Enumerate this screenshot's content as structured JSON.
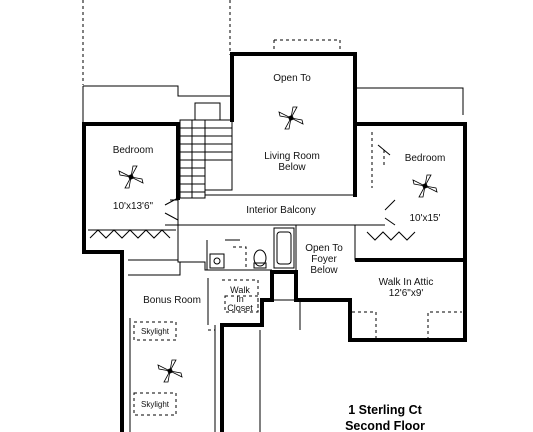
{
  "rooms": {
    "open_to_living": {
      "line1": "Open To",
      "line2": "Living Room",
      "line3": "Below"
    },
    "bedroom_left": {
      "name": "Bedroom",
      "size": "10'x13'6\""
    },
    "bedroom_right": {
      "name": "Bedroom",
      "size": "10'x15'"
    },
    "interior_balcony": {
      "name": "Interior Balcony"
    },
    "open_to_foyer": {
      "line1": "Open To",
      "line2": "Foyer",
      "line3": "Below"
    },
    "walk_in_attic": {
      "name": "Walk In Attic",
      "size": "12'6\"x9'"
    },
    "bonus_room": {
      "name": "Bonus Room"
    },
    "walk_in_closet": {
      "line1": "Walk",
      "line2": "In",
      "line3": "Closet"
    },
    "skylight_1": {
      "label": "Skylight"
    },
    "skylight_2": {
      "label": "Skylight"
    }
  },
  "caption": {
    "line1": "1 Sterling Ct",
    "line2": "Second Floor"
  },
  "icons": {
    "ceiling_fan": "ceiling-fan-icon",
    "stairs": "stairs-icon",
    "toilet": "toilet-icon",
    "sink": "sink-icon",
    "tub": "bathtub-icon"
  }
}
